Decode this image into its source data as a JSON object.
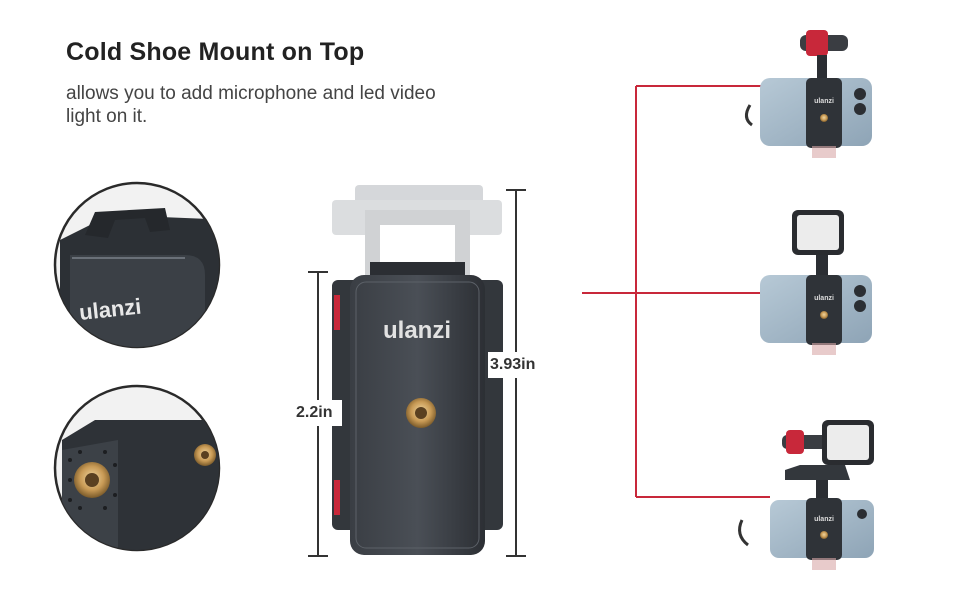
{
  "heading": {
    "title": "Cold Shoe Mount on Top",
    "subtitle": "allows you to add microphone and led video light on it."
  },
  "product": {
    "brand": "ulanzi",
    "height_small": "2.2in",
    "height_large": "3.93in"
  },
  "detail_views": [
    {
      "brand": "ulanzi"
    }
  ],
  "scenarios": [
    {
      "accessory": "microphone",
      "brand": "ulanzi"
    },
    {
      "accessory": "led-light",
      "brand": "ulanzi"
    },
    {
      "accessory": "microphone-and-led-light",
      "brand": "ulanzi"
    }
  ],
  "colors": {
    "accent_line": "#c8283a",
    "body": "#2f3338",
    "brass": "#c89a55",
    "phone": "#9fb3c4"
  }
}
